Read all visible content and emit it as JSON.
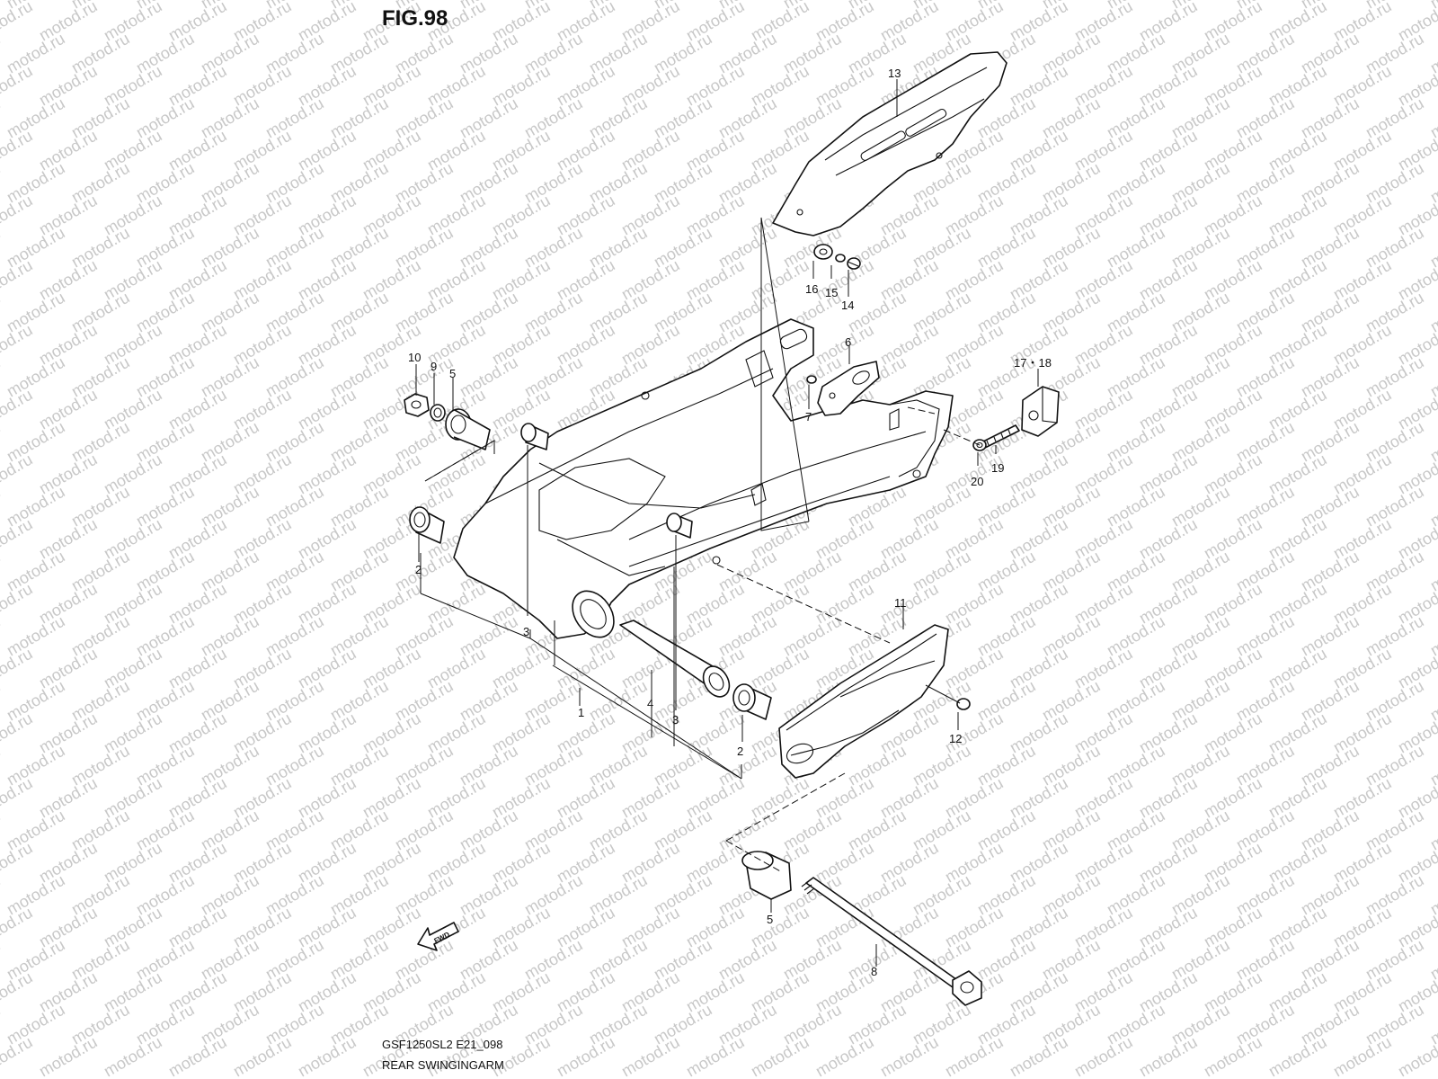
{
  "figure_title": "FIG.98",
  "watermark_text": "motod.ru",
  "direction_marker": "FWD",
  "footer": {
    "model_code": "GSF1250SL2 E21_098",
    "assembly_name": "REAR SWINGINGARM"
  },
  "callouts": {
    "c1": "1",
    "c2a": "2",
    "c2b": "2",
    "c3a": "3",
    "c3b": "3",
    "c4": "4",
    "c5a": "5",
    "c5b": "5",
    "c6": "6",
    "c7": "7",
    "c8": "8",
    "c9": "9",
    "c10": "10",
    "c11": "11",
    "c12": "12",
    "c13": "13",
    "c14": "14",
    "c15": "15",
    "c16": "16",
    "c1718": "17・18",
    "c19": "19",
    "c20": "20"
  },
  "colors": {
    "line": "#111111",
    "watermark": "#c8c8c8",
    "background": "#ffffff"
  }
}
